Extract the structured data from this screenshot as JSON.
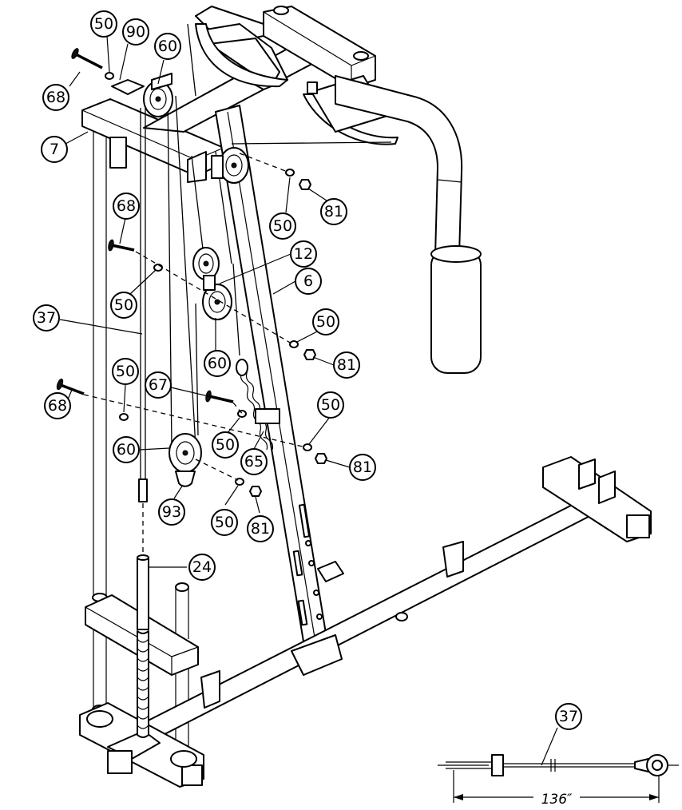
{
  "callouts": [
    {
      "id": "c50a",
      "label": "50"
    },
    {
      "id": "c90",
      "label": "90"
    },
    {
      "id": "c60a",
      "label": "60"
    },
    {
      "id": "c68a",
      "label": "68"
    },
    {
      "id": "c7",
      "label": "7"
    },
    {
      "id": "c50b",
      "label": "50"
    },
    {
      "id": "c81a",
      "label": "81"
    },
    {
      "id": "c68b",
      "label": "68"
    },
    {
      "id": "c12",
      "label": "12"
    },
    {
      "id": "c6",
      "label": "6"
    },
    {
      "id": "c50c",
      "label": "50"
    },
    {
      "id": "c37a",
      "label": "37"
    },
    {
      "id": "c50d",
      "label": "50"
    },
    {
      "id": "c81b",
      "label": "81"
    },
    {
      "id": "c60b",
      "label": "60"
    },
    {
      "id": "c50e",
      "label": "50"
    },
    {
      "id": "c67",
      "label": "67"
    },
    {
      "id": "c68c",
      "label": "68"
    },
    {
      "id": "c50f",
      "label": "50"
    },
    {
      "id": "c50g",
      "label": "50"
    },
    {
      "id": "c60c",
      "label": "60"
    },
    {
      "id": "c65",
      "label": "65"
    },
    {
      "id": "c81c",
      "label": "81"
    },
    {
      "id": "c93",
      "label": "93"
    },
    {
      "id": "c50h",
      "label": "50"
    },
    {
      "id": "c81d",
      "label": "81"
    },
    {
      "id": "c24",
      "label": "24"
    },
    {
      "id": "c37b",
      "label": "37"
    }
  ],
  "cable_length_label": "136″"
}
